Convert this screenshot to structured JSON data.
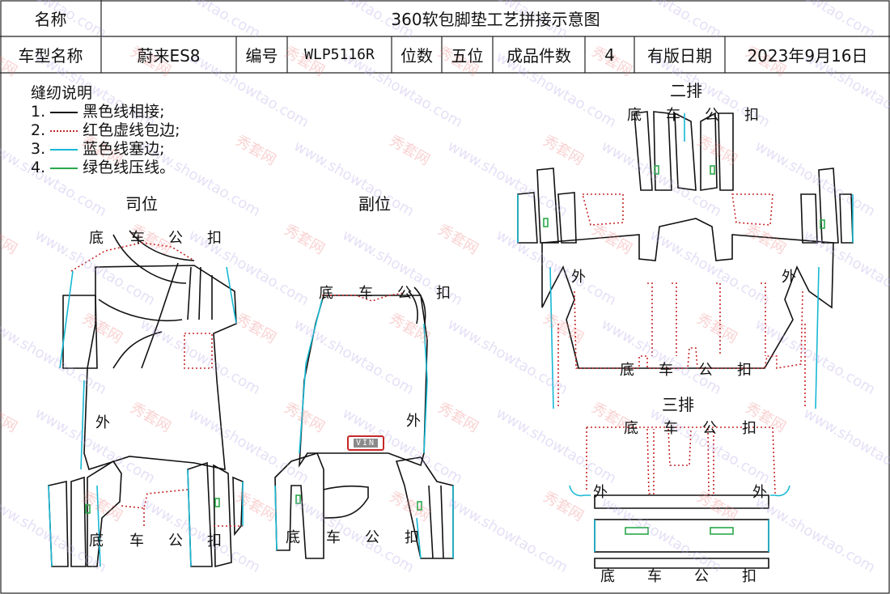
{
  "header": {
    "name_label": "名称",
    "title": "360软包脚垫工艺拼接示意图",
    "model_label": "车型名称",
    "model": "蔚来ES8",
    "code_label": "编号",
    "code": "WLP5116R",
    "seat_label": "位数",
    "seat": "五位",
    "pieces_label": "成品件数",
    "pieces": "4",
    "date_label": "有版日期",
    "date": "2023年9月16日"
  },
  "legend": {
    "title": "缝纫说明",
    "items": [
      {
        "no": "1.",
        "text": "黑色线相接;",
        "color": "#111111",
        "style": "solid"
      },
      {
        "no": "2.",
        "text": "红色虚线包边;",
        "color": "#c62828",
        "style": "dotted"
      },
      {
        "no": "3.",
        "text": "蓝色线塞边;",
        "color": "#17b8d4",
        "style": "solid"
      },
      {
        "no": "4.",
        "text": "绿色线压线。",
        "color": "#2aa84a",
        "style": "solid"
      }
    ]
  },
  "sections": {
    "driver": "司位",
    "passenger": "副位",
    "row2": "二排",
    "row3": "三排"
  },
  "labels": {
    "bottom_chars": [
      "底",
      "车",
      "公",
      "扣"
    ],
    "outer": "外"
  },
  "vin": "VIN",
  "watermark": {
    "cn": "秀套网",
    "en": "www.showtao.com"
  },
  "colors": {
    "black_line": "#111111",
    "red_dotted": "#c62828",
    "blue_line": "#17b8d4",
    "green_line": "#2aa84a",
    "watermark_cn": "#f08080",
    "watermark_en": "#b8a8e8"
  }
}
